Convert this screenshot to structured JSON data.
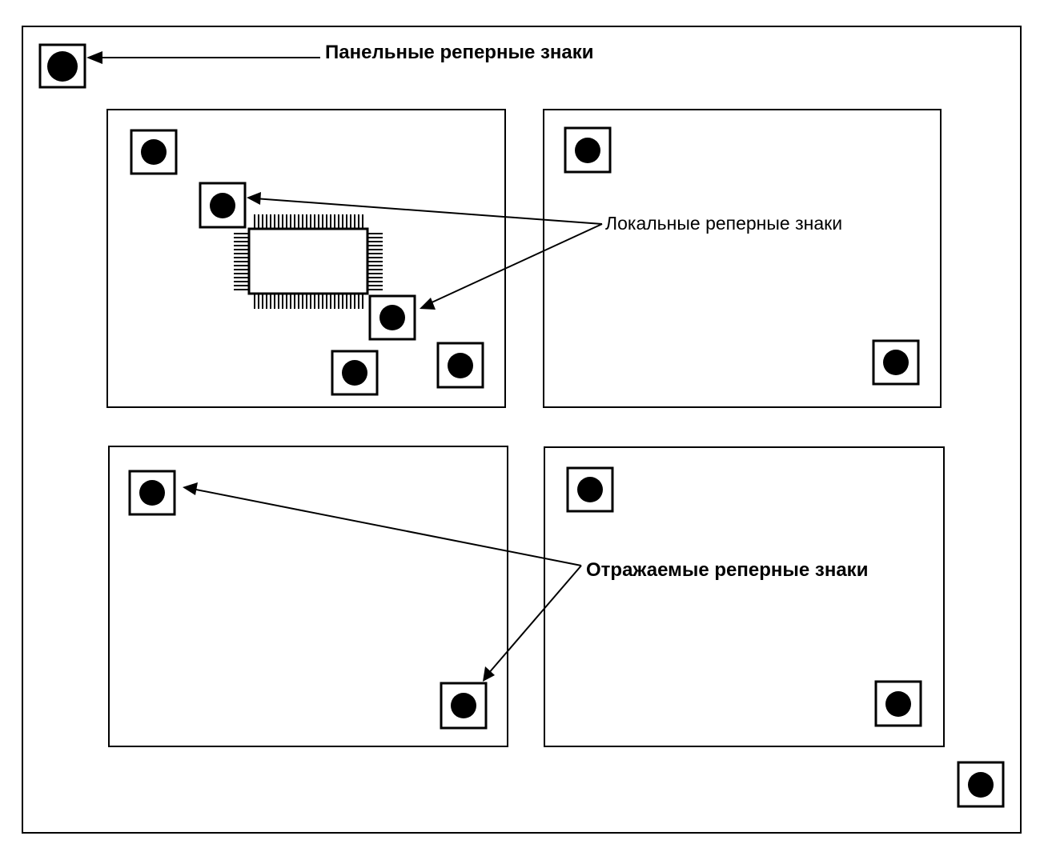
{
  "labels": {
    "panel_fiducials": "Панельные реперные знаки",
    "local_fiducials": "Локальные реперные знаки",
    "mirrored_fiducials": "Отражаемые реперные знаки"
  },
  "colors": {
    "ink": "#000000",
    "paper": "#ffffff"
  }
}
